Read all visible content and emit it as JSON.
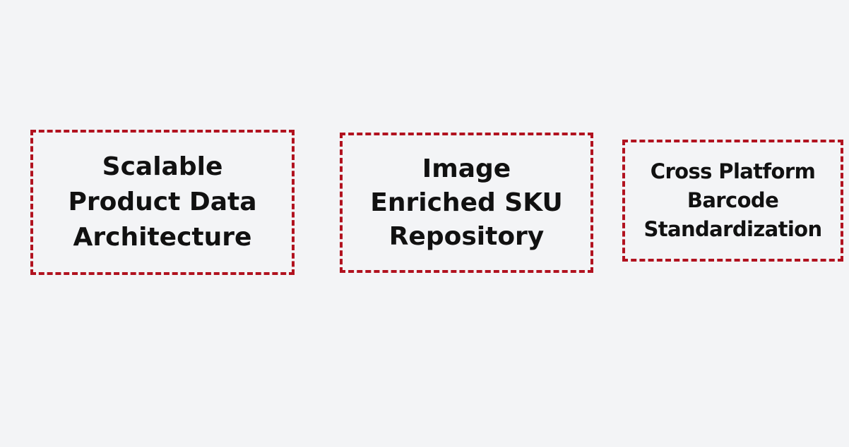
{
  "colors": {
    "background": "#f3f4f6",
    "border": "#b1121f",
    "text": "#111111"
  },
  "cards": [
    {
      "lines": [
        "Scalable",
        "Product Data",
        "Architecture"
      ]
    },
    {
      "lines": [
        "Image",
        "Enriched SKU",
        "Repository"
      ]
    },
    {
      "lines": [
        "Cross Platform",
        "Barcode",
        "Standardization"
      ]
    }
  ]
}
